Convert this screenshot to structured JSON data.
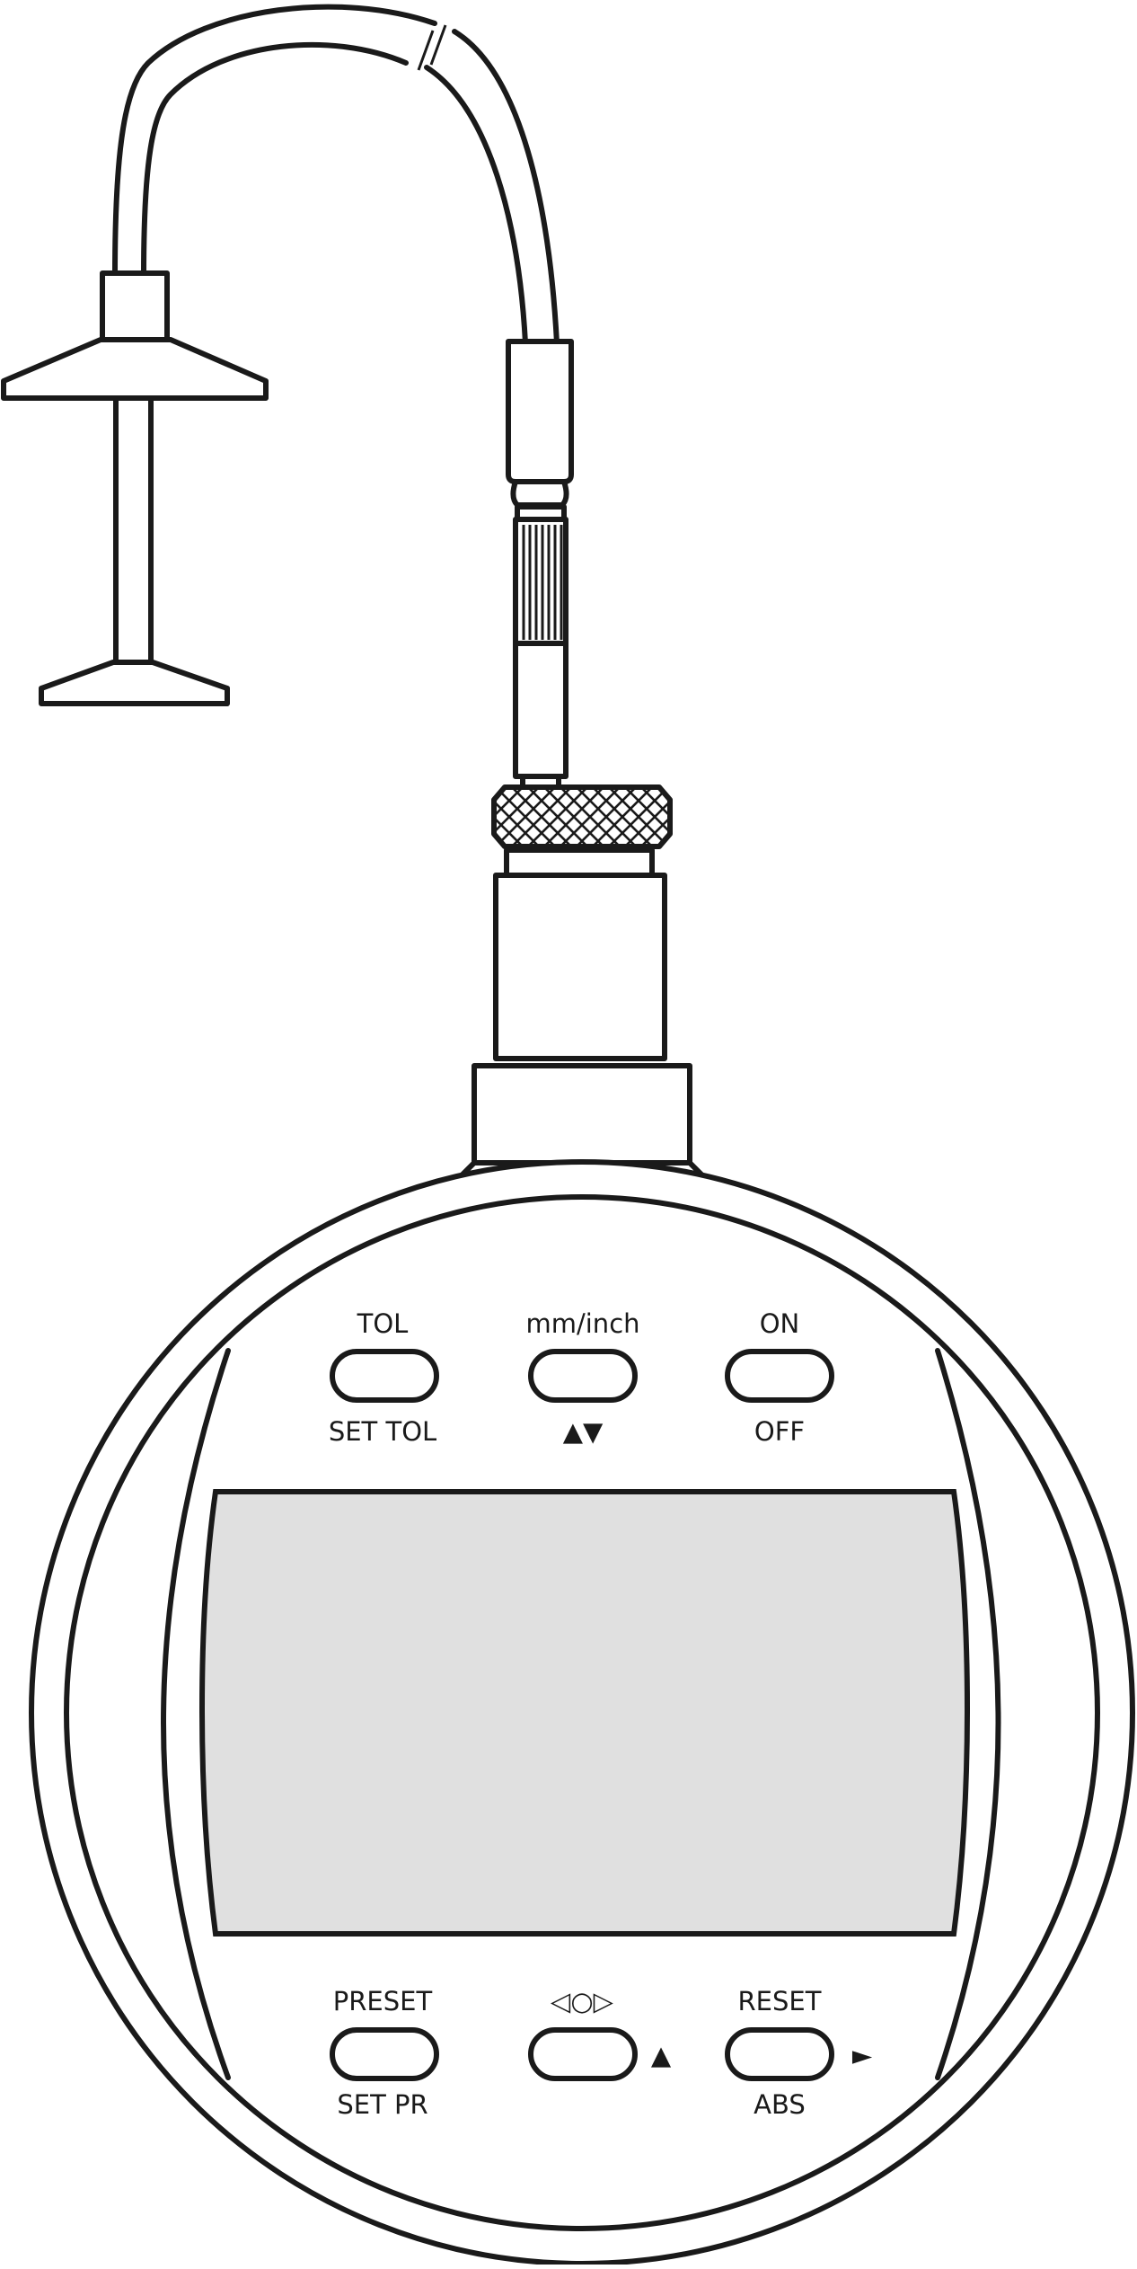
{
  "buttons_top": [
    {
      "top": "TOL",
      "bottom": "SET TOL"
    },
    {
      "top": "mm/inch",
      "bottom": "▲▼"
    },
    {
      "top": "ON",
      "bottom": "OFF"
    }
  ],
  "buttons_bottom": [
    {
      "top": "PRESET",
      "bottom": "SET PR",
      "side": ""
    },
    {
      "top": "◁○▷",
      "bottom": "",
      "side": "▲"
    },
    {
      "top": "RESET",
      "bottom": "ABS",
      "side": "►"
    }
  ],
  "colors": {
    "line": "#1a1a1a",
    "display_fill": "#e0e0e0",
    "background": "#ffffff"
  }
}
